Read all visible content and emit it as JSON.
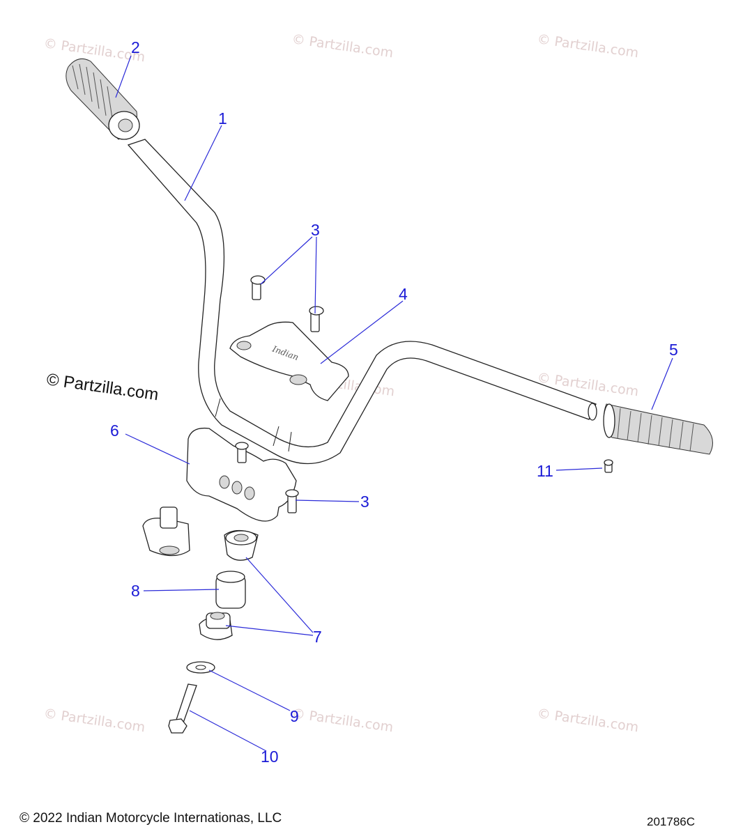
{
  "watermarks": {
    "small": "© Partzilla.com",
    "large": "© Partzilla.com"
  },
  "callouts": {
    "c1": "1",
    "c2": "2",
    "c3a": "3",
    "c3b": "3",
    "c4": "4",
    "c5": "5",
    "c6": "6",
    "c7": "7",
    "c8": "8",
    "c9": "9",
    "c10": "10",
    "c11": "11"
  },
  "parts": [
    {
      "ref": "1",
      "name": "handlebar"
    },
    {
      "ref": "2",
      "name": "left grip"
    },
    {
      "ref": "3",
      "name": "bolt"
    },
    {
      "ref": "4",
      "name": "riser cap (Indian)"
    },
    {
      "ref": "5",
      "name": "right grip"
    },
    {
      "ref": "6",
      "name": "riser base"
    },
    {
      "ref": "7",
      "name": "bushing"
    },
    {
      "ref": "8",
      "name": "spacer"
    },
    {
      "ref": "9",
      "name": "washer"
    },
    {
      "ref": "10",
      "name": "bolt"
    },
    {
      "ref": "11",
      "name": "screw"
    }
  ],
  "footer": {
    "copyright": "© 2022 Indian Motorcycle Internationas, LLC",
    "drawing_number": "201786C"
  },
  "colors": {
    "callout": "#1a1ad6",
    "watermark": "#e2d0d0"
  }
}
